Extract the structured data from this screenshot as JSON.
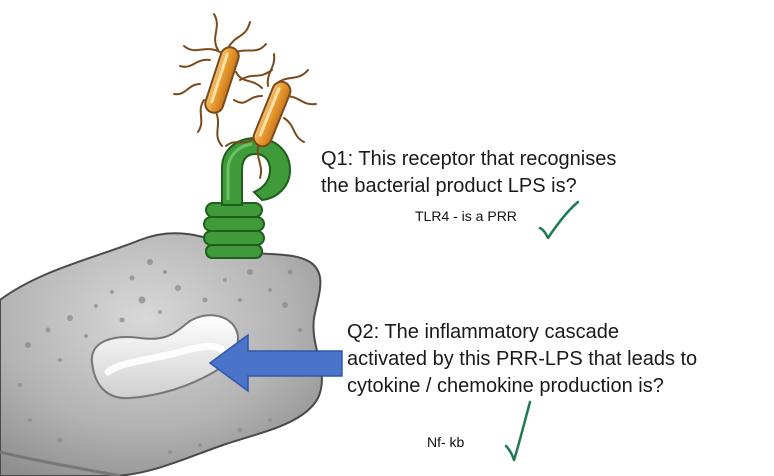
{
  "question_1": {
    "label": "Q1: This receptor that recognises\nthe bacterial product LPS is?",
    "answer": "TLR4 - is a PRR"
  },
  "question_2": {
    "label": "Q2: The inflammatory cascade\nactivated by this PRR-LPS that leads to\ncytokine / chemokine production is?",
    "answer": "Nf- kb"
  },
  "colors": {
    "cell": "#b9b9b9",
    "cell_outline": "#4a4a4a",
    "receptor": "#3f9a3a",
    "receptor_dark": "#1f5e1c",
    "bacteria": "#e9a23b",
    "flagella": "#7a4a1c",
    "arrow": "#4a74c9",
    "checkmark": "#1e7a52"
  }
}
